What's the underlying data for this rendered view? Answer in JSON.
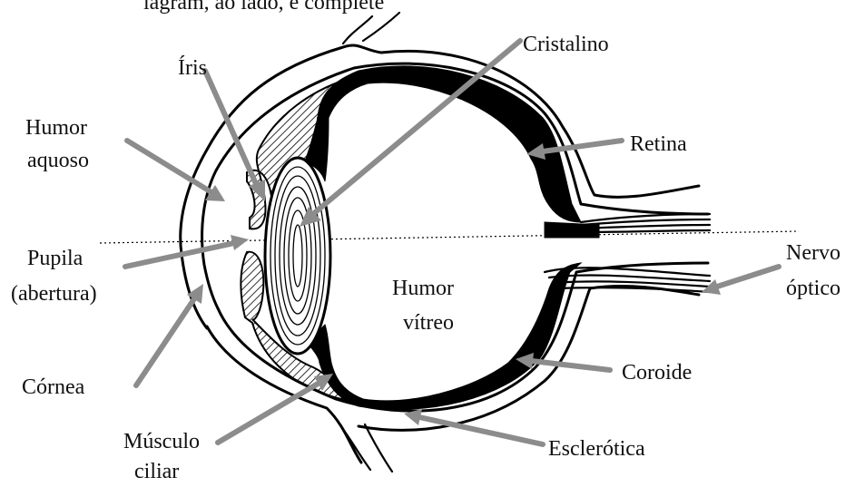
{
  "header_fragment": "iagram, ao lado, e complete",
  "labels": {
    "iris": "Íris",
    "cristalino": "Cristalino",
    "humor_aquoso_1": "Humor",
    "humor_aquoso_2": "aquoso",
    "retina": "Retina",
    "pupila_1": "Pupila",
    "pupila_2": "(abertura)",
    "nervo_optico_1": "Nervo",
    "nervo_optico_2": "óptico",
    "humor_vitreo_1": "Humor",
    "humor_vitreo_2": "vítreo",
    "cornea": "Córnea",
    "coroide": "Coroide",
    "musculo_ciliar_1": "Músculo",
    "musculo_ciliar_2": "ciliar",
    "esclerotica": "Esclerótica"
  },
  "colors": {
    "arrow": "#8c8c8c",
    "outline": "#000000",
    "text": "#111111"
  }
}
